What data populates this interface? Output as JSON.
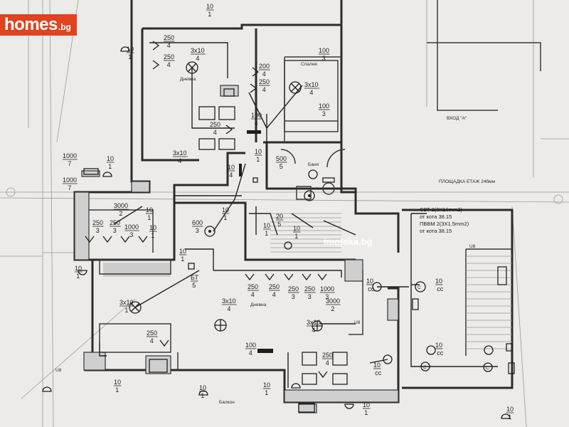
{
  "brand": {
    "name": "homes",
    "tld": ".bg"
  },
  "watermark": "imoteka.bg",
  "cable_notes": [
    {
      "line1": "СВТ 2(3Х16mm2)",
      "line2": "от кота  38.15"
    },
    {
      "line1": "ПВВМ 2(3Х1.5mm2)",
      "line2": "от кота  38.15"
    }
  ],
  "room_labels": [
    {
      "id": "kitchen-1",
      "text": "Дневна"
    },
    {
      "id": "bedroom",
      "text": "Спалня"
    },
    {
      "id": "bath",
      "text": "Баня"
    },
    {
      "id": "living",
      "text": "Дневна"
    },
    {
      "id": "balcony",
      "text": "Балкон"
    },
    {
      "id": "entrance",
      "text": "ВХОД \"А\""
    },
    {
      "id": "floor",
      "text": "ПЛОЩАДКА ЕТАЖ 24бмм"
    }
  ],
  "fixture_labels": [
    {
      "id": "l01",
      "top": "10",
      "bot": "1"
    },
    {
      "id": "l02",
      "top": "250",
      "bot": "4"
    },
    {
      "id": "l03",
      "top": "250",
      "bot": "4"
    },
    {
      "id": "l04",
      "top": "3х10",
      "bot": "4"
    },
    {
      "id": "l05",
      "top": "10",
      "bot": "1"
    },
    {
      "id": "l06",
      "top": "200",
      "bot": "4"
    },
    {
      "id": "l07",
      "top": "250",
      "bot": "4"
    },
    {
      "id": "l08",
      "top": "100",
      "bot": "3"
    },
    {
      "id": "l09",
      "top": "3х10",
      "bot": "4"
    },
    {
      "id": "l10",
      "top": "100",
      "bot": "3"
    },
    {
      "id": "l11",
      "top": "250",
      "bot": "4"
    },
    {
      "id": "l12",
      "top": "100",
      "bot": "4"
    },
    {
      "id": "l13",
      "top": "1000",
      "bot": "7"
    },
    {
      "id": "l14",
      "top": "1000",
      "bot": "7"
    },
    {
      "id": "l15",
      "top": "10",
      "bot": "1"
    },
    {
      "id": "l16",
      "top": "3х10",
      "bot": "4"
    },
    {
      "id": "l17",
      "top": "10",
      "bot": "4"
    },
    {
      "id": "l18",
      "top": "500",
      "bot": "5"
    },
    {
      "id": "l19",
      "top": "10",
      "bot": "1"
    },
    {
      "id": "l20",
      "top": "3000",
      "bot": "2"
    },
    {
      "id": "l21",
      "top": "250",
      "bot": "3"
    },
    {
      "id": "l22",
      "top": "250",
      "bot": "3"
    },
    {
      "id": "l23",
      "top": "1000",
      "bot": "3"
    },
    {
      "id": "l24",
      "top": "10",
      "bot": "1"
    },
    {
      "id": "l25",
      "top": "600",
      "bot": "3"
    },
    {
      "id": "l26",
      "top": "10",
      "bot": "1"
    },
    {
      "id": "l27",
      "top": "10",
      "bot": "1"
    },
    {
      "id": "l28",
      "top": "20",
      "bot": "5"
    },
    {
      "id": "l29",
      "top": "10",
      "bot": "1"
    },
    {
      "id": "l30",
      "top": "10",
      "bot": "1"
    },
    {
      "id": "l31",
      "top": "10",
      "bot": "1"
    },
    {
      "id": "l32",
      "top": "БТ",
      "bot": "5"
    },
    {
      "id": "l33",
      "top": "250",
      "bot": "4"
    },
    {
      "id": "l34",
      "top": "250",
      "bot": "4"
    },
    {
      "id": "l35",
      "top": "250",
      "bot": "3"
    },
    {
      "id": "l36",
      "top": "250",
      "bot": "3"
    },
    {
      "id": "l37",
      "top": "1000",
      "bot": "3"
    },
    {
      "id": "l38",
      "top": "3х10",
      "bot": "1"
    },
    {
      "id": "l39",
      "top": "3х10",
      "bot": "4"
    },
    {
      "id": "l40",
      "top": "3000",
      "bot": "2"
    },
    {
      "id": "l41",
      "top": "3х10",
      "bot": "4"
    },
    {
      "id": "l42",
      "top": "10",
      "bot": "cc"
    },
    {
      "id": "l43",
      "top": "10",
      "bot": "cc"
    },
    {
      "id": "l44",
      "top": "250",
      "bot": "4"
    },
    {
      "id": "l45",
      "top": "100",
      "bot": "4"
    },
    {
      "id": "l46",
      "top": "250",
      "bot": "4"
    },
    {
      "id": "l47",
      "top": "10",
      "bot": "1"
    },
    {
      "id": "l48",
      "top": "10",
      "bot": "cc"
    },
    {
      "id": "l49",
      "top": "10",
      "bot": "cc"
    },
    {
      "id": "l50",
      "top": "10",
      "bot": "1"
    },
    {
      "id": "l51",
      "top": "10",
      "bot": "1"
    },
    {
      "id": "l52",
      "top": "10",
      "bot": "1"
    },
    {
      "id": "l53",
      "top": "10",
      "bot": "1"
    },
    {
      "id": "l54",
      "top": "10",
      "bot": "1"
    }
  ],
  "small_codes": [
    "U8",
    "U8",
    "U8"
  ]
}
